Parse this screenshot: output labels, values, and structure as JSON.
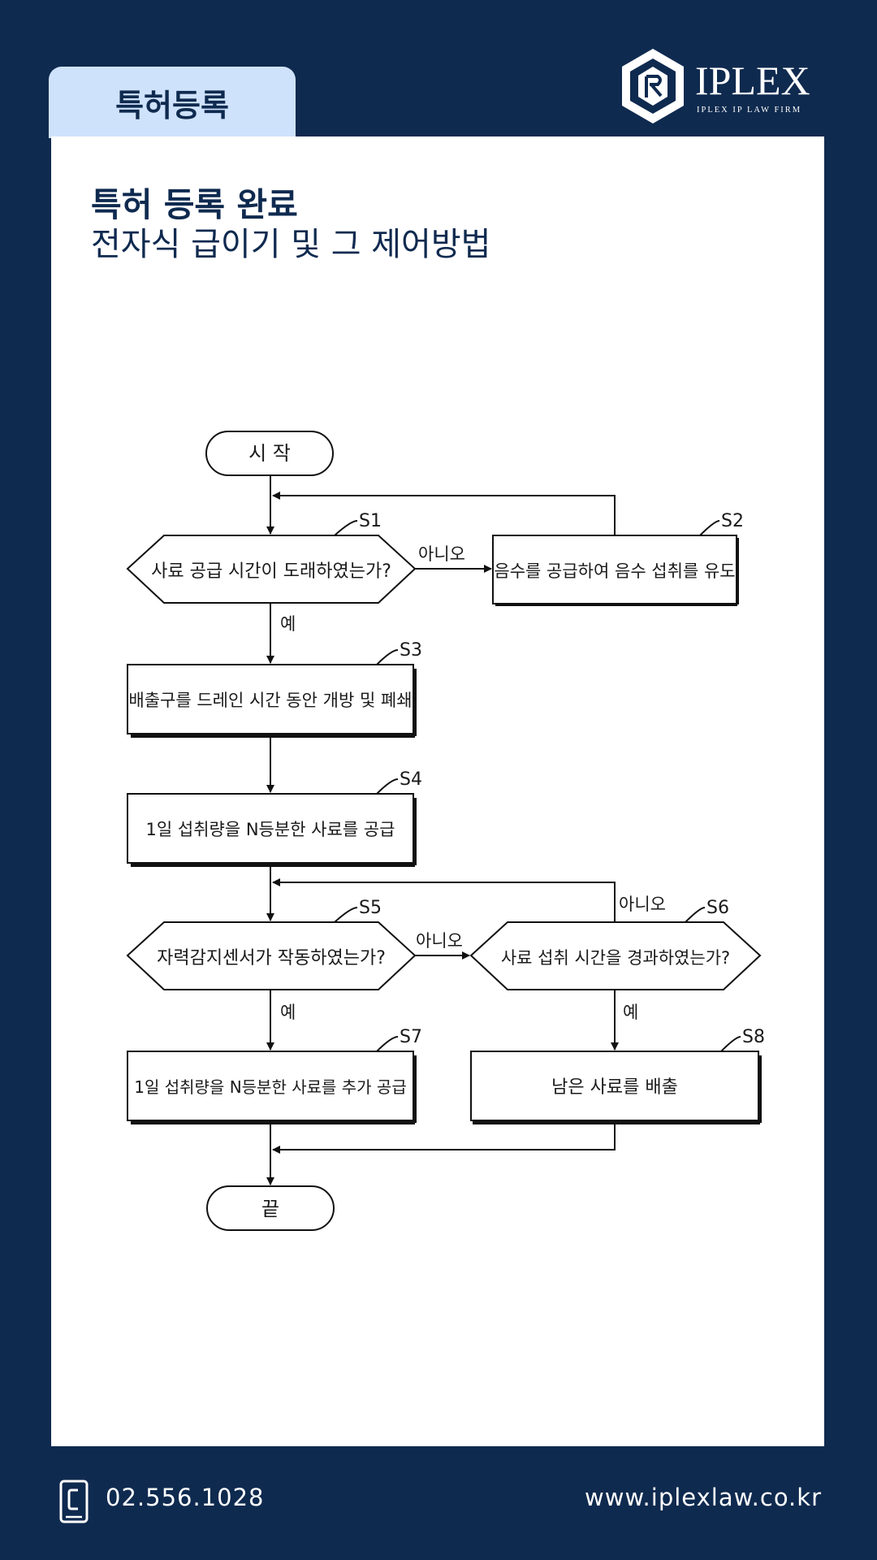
{
  "header": {
    "tab_label": "특허등록",
    "logo_name": "IPLEX",
    "logo_tagline": "IPLEX IP LAW FIRM"
  },
  "card": {
    "title": "특허 등록 완료",
    "subtitle": "전자식 급이기 및 그 제어방법"
  },
  "flowchart": {
    "start": "시 작",
    "end": "끝",
    "steps": [
      {
        "id": "S1",
        "text": "사료 공급 시간이 도래하였는가?"
      },
      {
        "id": "S2",
        "text": "음수를 공급하여 음수 섭취를 유도"
      },
      {
        "id": "S3",
        "text": "배출구를 드레인 시간 동안 개방 및 폐쇄"
      },
      {
        "id": "S4",
        "text": "1일 섭취량을 N등분한 사료를 공급"
      },
      {
        "id": "S5",
        "text": "자력감지센서가 작동하였는가?"
      },
      {
        "id": "S6",
        "text": "사료 섭취 시간을 경과하였는가?"
      },
      {
        "id": "S7",
        "text": "1일 섭취량을 N등분한 사료를 추가 공급"
      },
      {
        "id": "S8",
        "text": "남은 사료를 배출"
      }
    ],
    "yes_label": "예",
    "no_label": "아니오"
  },
  "footer": {
    "phone": "02.556.1028",
    "website": "www.iplexlaw.co.kr"
  },
  "colors": {
    "navy": "#0f2a4f",
    "tab_bg": "#cfe2fb",
    "card_bg": "#ffffff"
  }
}
